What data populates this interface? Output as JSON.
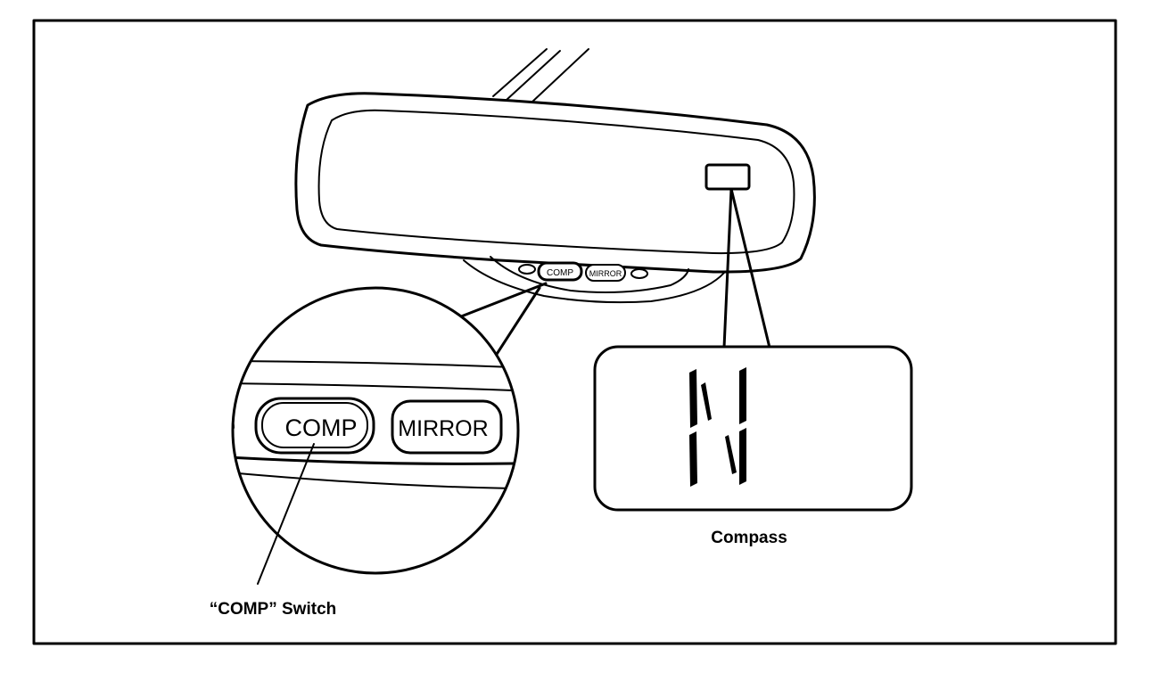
{
  "mirror": {
    "small_comp_label": "COMP",
    "small_mirror_label": "MIRROR"
  },
  "zoom": {
    "comp_label": "COMP",
    "mirror_label": "MIRROR"
  },
  "compass": {
    "heading_letter": "N"
  },
  "callouts": {
    "compass_caption": "Compass",
    "comp_switch_caption": "“COMP” Switch"
  }
}
